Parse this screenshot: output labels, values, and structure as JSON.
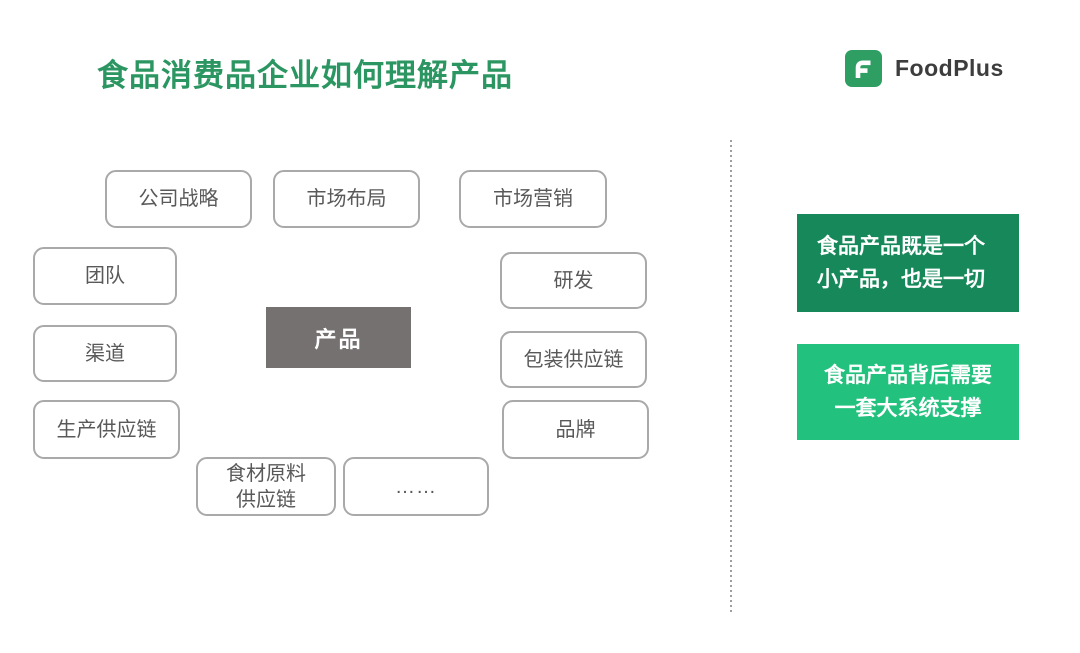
{
  "title": "食品消费品企业如何理解产品",
  "logo": {
    "brand": "FoodPlus",
    "icon": "foodplus-f-monogram"
  },
  "diagram": {
    "center": {
      "label": "产品",
      "bg": "#767171"
    },
    "nodes": [
      {
        "id": "company-strategy",
        "label": "公司战略"
      },
      {
        "id": "market-layout",
        "label": "市场布局"
      },
      {
        "id": "marketing",
        "label": "市场营销"
      },
      {
        "id": "team",
        "label": "团队"
      },
      {
        "id": "research-development",
        "label": "研发"
      },
      {
        "id": "channel",
        "label": "渠道"
      },
      {
        "id": "packaging-supply-chain",
        "label": "包装供应链"
      },
      {
        "id": "production-supply-chain",
        "label": "生产供应链"
      },
      {
        "id": "brand",
        "label": "品牌"
      },
      {
        "id": "ingredient-supply-chain",
        "label": "食材原料供应链"
      },
      {
        "id": "ellipsis",
        "label": "……"
      }
    ]
  },
  "callouts": [
    {
      "lines": [
        "食品产品既是一个",
        "小产品，也是一切"
      ],
      "bg": "#17885A"
    },
    {
      "lines": [
        "食品产品背后需要",
        "一套大系统支撑"
      ],
      "bg": "#22C17D"
    }
  ],
  "colors": {
    "title_green": "#2B9661",
    "logo_green": "#2F9E63",
    "node_border": "#A9A9A9",
    "node_text": "#595959",
    "center_bg": "#767171",
    "callout_dark_green": "#17885A",
    "callout_light_green": "#22C17D",
    "divider_gray": "#9E9E9E"
  }
}
